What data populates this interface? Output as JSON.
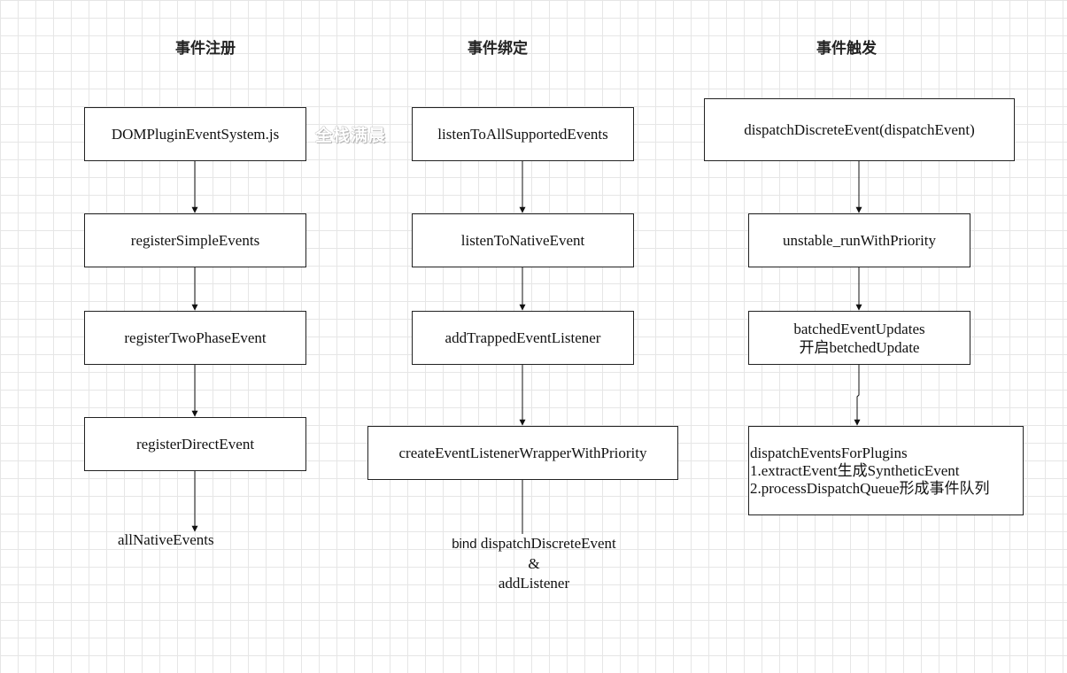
{
  "headings": {
    "register": "事件注册",
    "bind": "事件绑定",
    "trigger": "事件触发"
  },
  "watermark": "全栈满晨",
  "register_column": {
    "nodes": [
      "DOMPluginEventSystem.js",
      "registerSimpleEvents",
      "registerTwoPhaseEvent",
      "registerDirectEvent"
    ],
    "result": "allNativeEvents"
  },
  "bind_column": {
    "nodes": [
      "listenToAllSupportedEvents",
      "listenToNativeEvent",
      "addTrappedEventListener",
      "createEventListenerWrapperWithPriority"
    ],
    "result": {
      "keyword": "bind",
      "line1": "dispatchDiscreteEvent",
      "line2": "&",
      "line3": "addListener"
    }
  },
  "trigger_column": {
    "node1": "dispatchDiscreteEvent(dispatchEvent)",
    "node2": "unstable_runWithPriority",
    "node3": {
      "line1": "batchedEventUpdates",
      "line2": "开启betchedUpdate"
    },
    "node4": {
      "line1": "dispatchEventsForPlugins",
      "line2": "1.extractEvent生成SyntheticEvent",
      "line3": "2.processDispatchQueue形成事件队列"
    }
  },
  "colors": {
    "stroke": "#222222",
    "grid": "#e6e6e6",
    "background": "#ffffff"
  }
}
